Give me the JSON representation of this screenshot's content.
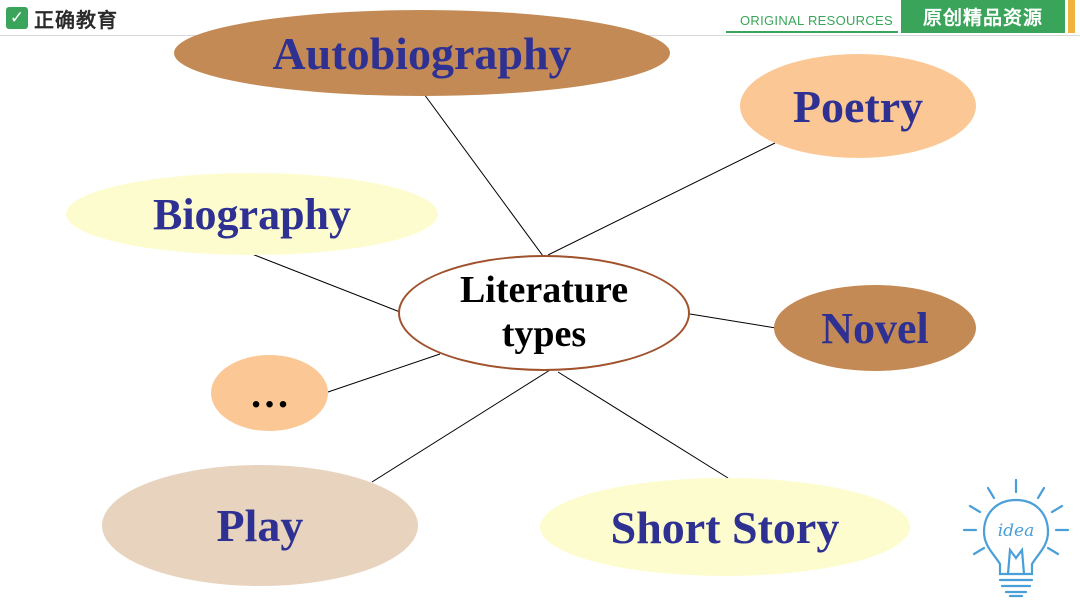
{
  "header": {
    "brand_check": "✓",
    "brand_name": "正确教育",
    "original_en": "ORIGINAL RESOURCES",
    "original_cn": "原创精品资源"
  },
  "diagram": {
    "center": "Literature types",
    "nodes": [
      {
        "id": "autobiography",
        "label": "Autobiography",
        "color": "#c48a55"
      },
      {
        "id": "poetry",
        "label": "Poetry",
        "color": "#fbc895"
      },
      {
        "id": "biography",
        "label": "Biography",
        "color": "#fdfccf"
      },
      {
        "id": "novel",
        "label": "Novel",
        "color": "#c48a55"
      },
      {
        "id": "more",
        "label": "…",
        "color": "#fbc895"
      },
      {
        "id": "play",
        "label": "Play",
        "color": "#e8d3be"
      },
      {
        "id": "short-story",
        "label": "Short Story",
        "color": "#fdfccf"
      }
    ],
    "text_color": "#2e3192",
    "center_border_color": "#a0522d"
  },
  "decoration": {
    "icon": "lightbulb-idea-icon",
    "icon_text": "idea",
    "icon_color": "#4a9fd8"
  }
}
